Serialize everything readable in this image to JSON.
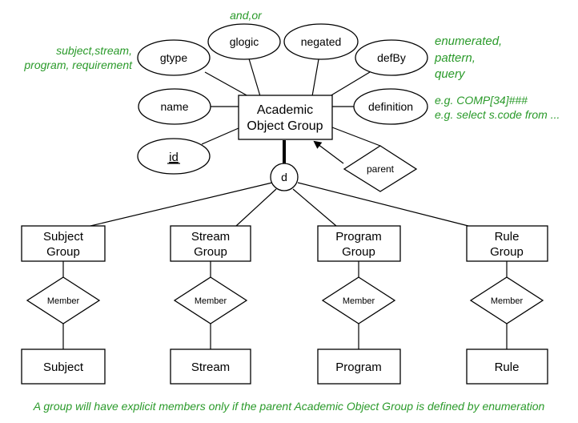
{
  "colors": {
    "annotation": "#2a9a2a",
    "stroke": "#000000",
    "fill": "#ffffff"
  },
  "central_entity": {
    "line1": "Academic",
    "line2": "Object Group"
  },
  "attributes": {
    "gtype": "gtype",
    "glogic": "glogic",
    "negated": "negated",
    "defBy": "defBy",
    "name": "name",
    "definition": "definition",
    "id": "id"
  },
  "specialization": {
    "marker": "d"
  },
  "parent_relationship": "parent",
  "subgroups": {
    "subject": {
      "line1": "Subject",
      "line2": "Group"
    },
    "stream": {
      "line1": "Stream",
      "line2": "Group"
    },
    "program": {
      "line1": "Program",
      "line2": "Group"
    },
    "rule": {
      "line1": "Rule",
      "line2": "Group"
    }
  },
  "member_relationship": "Member",
  "member_entities": {
    "subject": "Subject",
    "stream": "Stream",
    "program": "Program",
    "rule": "Rule"
  },
  "annotations": {
    "glogic_values": "and,or",
    "gtype_line1": "subject,stream,",
    "gtype_line2": "program, requirement",
    "defby_line1": "enumerated,",
    "defby_line2": "pattern,",
    "defby_line3": "query",
    "definition_line1": "e.g. COMP[34]###",
    "definition_line2": "e.g. select s.code from ...",
    "footer": "A group will have explicit members only if the parent Academic Object Group is defined by enumeration"
  }
}
